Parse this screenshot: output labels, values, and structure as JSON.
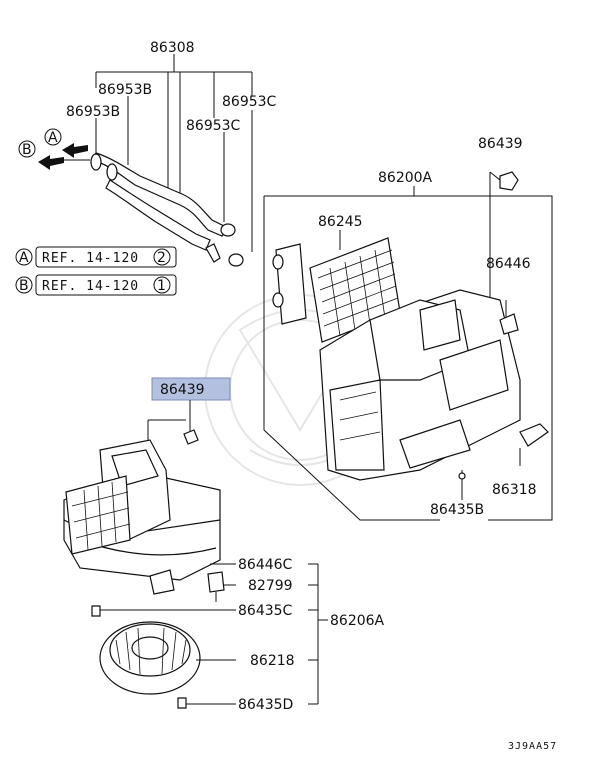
{
  "labels": {
    "p86308": "86308",
    "p86953B_1": "86953B",
    "p86953B_2": "86953B",
    "p86953C_1": "86953C",
    "p86953C_2": "86953C",
    "p86439_top": "86439",
    "p86200A": "86200A",
    "p86245": "86245",
    "p86446": "86446",
    "p86318": "86318",
    "p86435B": "86435B",
    "p86439_hl": "86439",
    "p86446C": "86446C",
    "p82799": "82799",
    "p86435C": "86435C",
    "p86206A": "86206A",
    "p86218": "86218",
    "p86435D": "86435D"
  },
  "arrows": {
    "a_letter": "A",
    "b_letter": "B"
  },
  "refs": [
    {
      "letter": "A",
      "text": "REF. 14-120",
      "num": "2"
    },
    {
      "letter": "B",
      "text": "REF. 14-120",
      "num": "1"
    }
  ],
  "diagram_code": "3J9AA57",
  "colors": {
    "highlight": "#b4c0e0",
    "line": "#111111"
  }
}
